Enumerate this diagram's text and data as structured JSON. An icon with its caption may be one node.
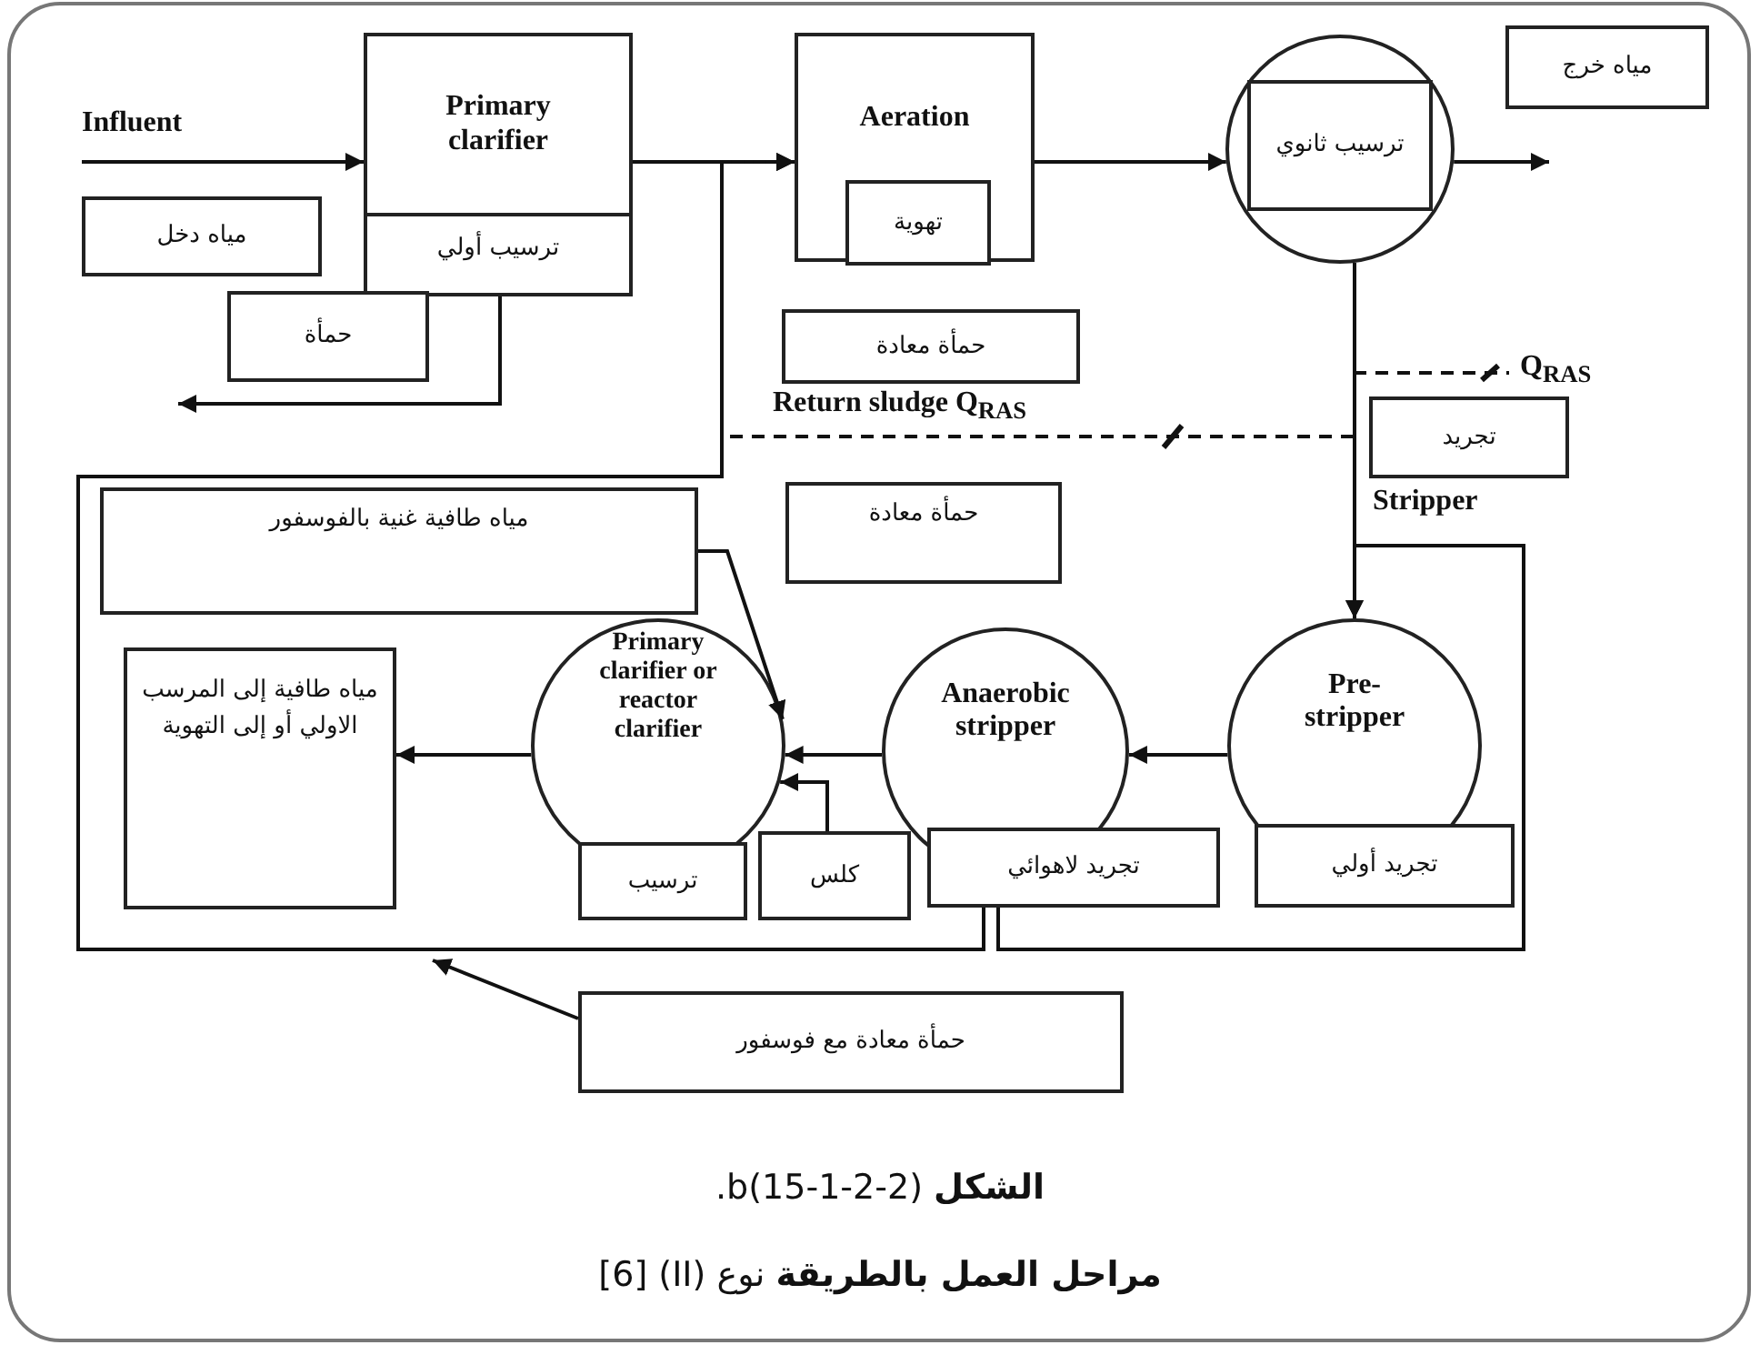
{
  "diagram": {
    "caption": "**الشكل** (2-2-1-15)b.",
    "nodes": [
      {
        "text": [
          "Primary clarifier",
          "ترسيب أولي"
        ]
      },
      {
        "text": [
          "مياه دخل"
        ]
      },
      {
        "text": [
          "حمأة"
        ]
      },
      {
        "text": [
          "Aeration"
        ]
      },
      {
        "text": [
          "تهوية"
        ],
        "in": 3
      },
      {
        "text": [],
        "shape": "circle"
      },
      {
        "text": [
          "ترسيب ثانوي"
        ],
        "in": 5
      },
      {
        "text": [
          "مياه خرج"
        ]
      },
      {
        "text": [
          "حمأة معادة"
        ]
      },
      {
        "text": [
          "تجريد"
        ],
        "beside": [
          "Stripper"
        ]
      },
      {
        "text": [
          "مياه طافية غنية بالفوسفور"
        ]
      },
      {
        "text": [
          "حمأة معادة"
        ]
      },
      {
        "text": [
          "مياه طافية إلى المرسب الاولي أو إلى التهوية"
        ]
      },
      {
        "text": [
          "Primary clarifier or reactor clarifier"
        ]
      },
      {
        "text": [
          "ترسيب"
        ]
      },
      {
        "text": [
          "كلس"
        ]
      },
      {
        "text": [
          "Anaerobic stripper"
        ]
      },
      {
        "text": [
          "تجريد لاهوائي"
        ]
      },
      {
        "text": [
          "Pre- stripper"
        ]
      },
      {
        "text": [
          "تجريد أولي"
        ]
      },
      {
        "text": [
          "حمأة معادة مع فوسفور"
        ]
      }
    ],
    "edges": [
      {
        "from": null,
        "to": 0,
        "arrow": "to",
        "label": "Influent"
      },
      {
        "from": 0,
        "to": 3,
        "arrow": "to"
      },
      {
        "from": 3,
        "to": 5,
        "arrow": "to"
      },
      {
        "from": 5,
        "to": null,
        "arrow": "to"
      },
      {
        "from": 0,
        "to": null,
        "arrow": "to"
      },
      {
        "from": 5,
        "to": 18,
        "arrow": "to"
      },
      {
        "from": 18,
        "to": 16,
        "arrow": "to"
      },
      {
        "from": 16,
        "to": 13,
        "arrow": "to"
      },
      {
        "from": 13,
        "to": 12,
        "arrow": "to"
      },
      {
        "from": 10,
        "to": 13,
        "arrow": "to"
      },
      {
        "from": 15,
        "to": 13,
        "arrow": "to"
      },
      {
        "from": 17,
        "to": 3,
        "arrow": "to"
      },
      {
        "from": 17,
        "to": 18,
        "arrow": "to"
      },
      {
        "from": 5,
        "to": 3,
        "arrow": "to",
        "style": "dashed"
      },
      {
        "from": 5,
        "to": null,
        "arrow": "none",
        "style": "dashed",
        "label": "Q$_{RAS}$"
      },
      {
        "from": 20,
        "to": null,
        "arrow": "to"
      }
    ],
    "labels": [
      "Return sludge Q$_{RAS}$",
      "**مراحل العمل بالطريقة** نوع (II) [6]"
    ]
  }
}
